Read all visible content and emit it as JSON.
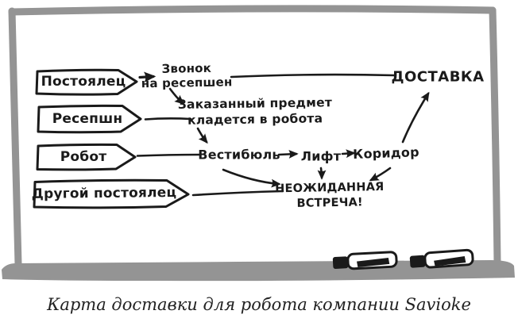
{
  "figure": {
    "caption": "Карта доставки для робота компании Savioke"
  },
  "whiteboard": {
    "actors": [
      {
        "label": "Постоялец"
      },
      {
        "label": "Ресепшн"
      },
      {
        "label": "Робот"
      },
      {
        "label": "Другой постоялец"
      }
    ],
    "steps": {
      "call": "Звонок\nна ресепшен",
      "item": "Заказанный предмет\nкладется в робота",
      "lobby": "Вестибюль",
      "elevator": "Лифт",
      "corridor": "Коридор",
      "delivery": "ДОСТАВКА",
      "encounter": "НЕОЖИДАННАЯ\nВСТРЕЧА!"
    },
    "colors": {
      "frame_gray": "#949494",
      "ink_black": "#1a1a1a",
      "surface_white": "#ffffff"
    }
  }
}
